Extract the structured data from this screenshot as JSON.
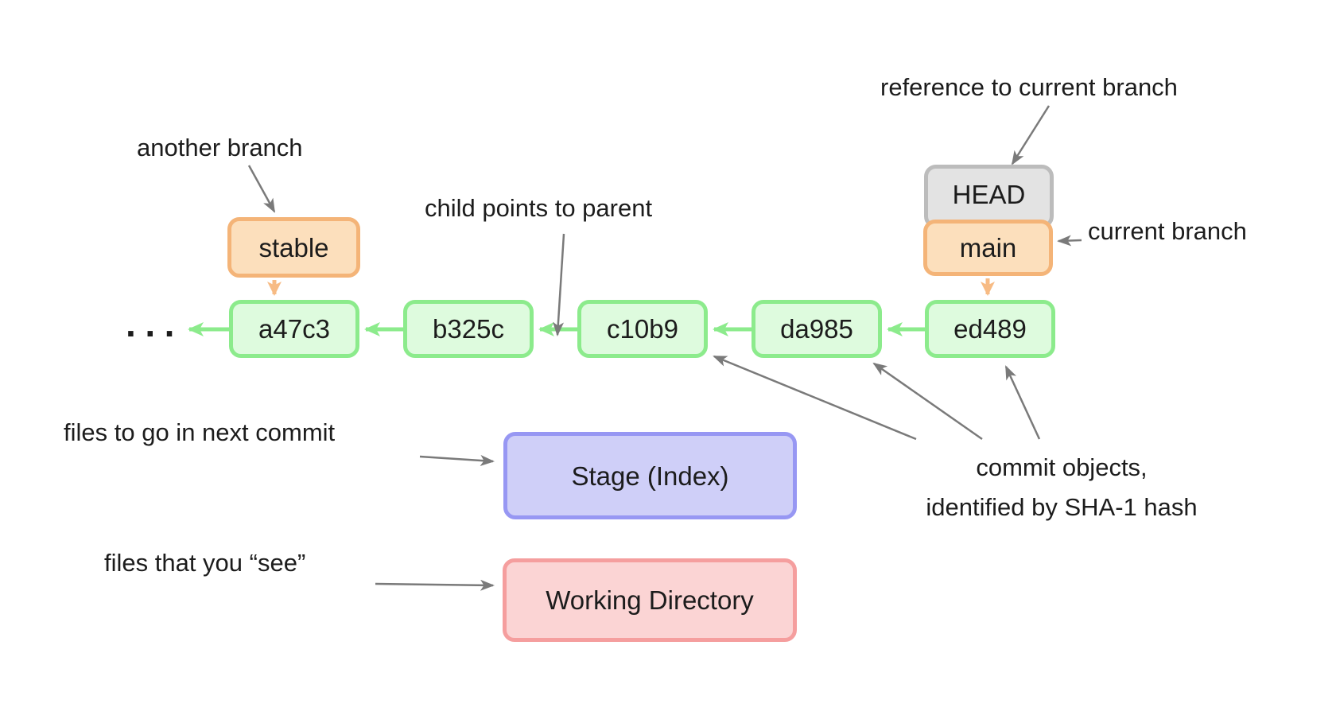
{
  "diagram": {
    "title_hint": "git commit graph",
    "commits": [
      {
        "id": "a47c3"
      },
      {
        "id": "b325c"
      },
      {
        "id": "c10b9"
      },
      {
        "id": "da985"
      },
      {
        "id": "ed489"
      }
    ],
    "ellipsis": "···",
    "refs": {
      "head": "HEAD",
      "main": "main",
      "stable": "stable"
    },
    "areas": {
      "stage": "Stage (Index)",
      "working": "Working Directory"
    },
    "annotations": {
      "another_branch": "another branch",
      "reference_to_current_branch": "reference to current branch",
      "current_branch": "current branch",
      "child_points_to_parent": "child points to parent",
      "commit_objects_line1": "commit objects,",
      "commit_objects_line2": "identified by SHA-1 hash",
      "files_next_commit": "files to go in next commit",
      "files_you_see": "files that you “see”"
    },
    "colors": {
      "commit_fill": "#defbde",
      "commit_border": "#8ceb8c",
      "commit_arrow": "#8ceb8c",
      "branch_fill": "#fcdfbc",
      "branch_border": "#f4b478",
      "branch_arrow": "#f7bb84",
      "head_fill": "#e3e3e3",
      "head_border": "#bcbcbc",
      "stage_fill": "#cfcff8",
      "stage_border": "#9797f3",
      "working_fill": "#fbd4d4",
      "working_border": "#f59e9e",
      "annotation_arrow": "#7a7a7a",
      "text": "#1c1c1c"
    }
  }
}
